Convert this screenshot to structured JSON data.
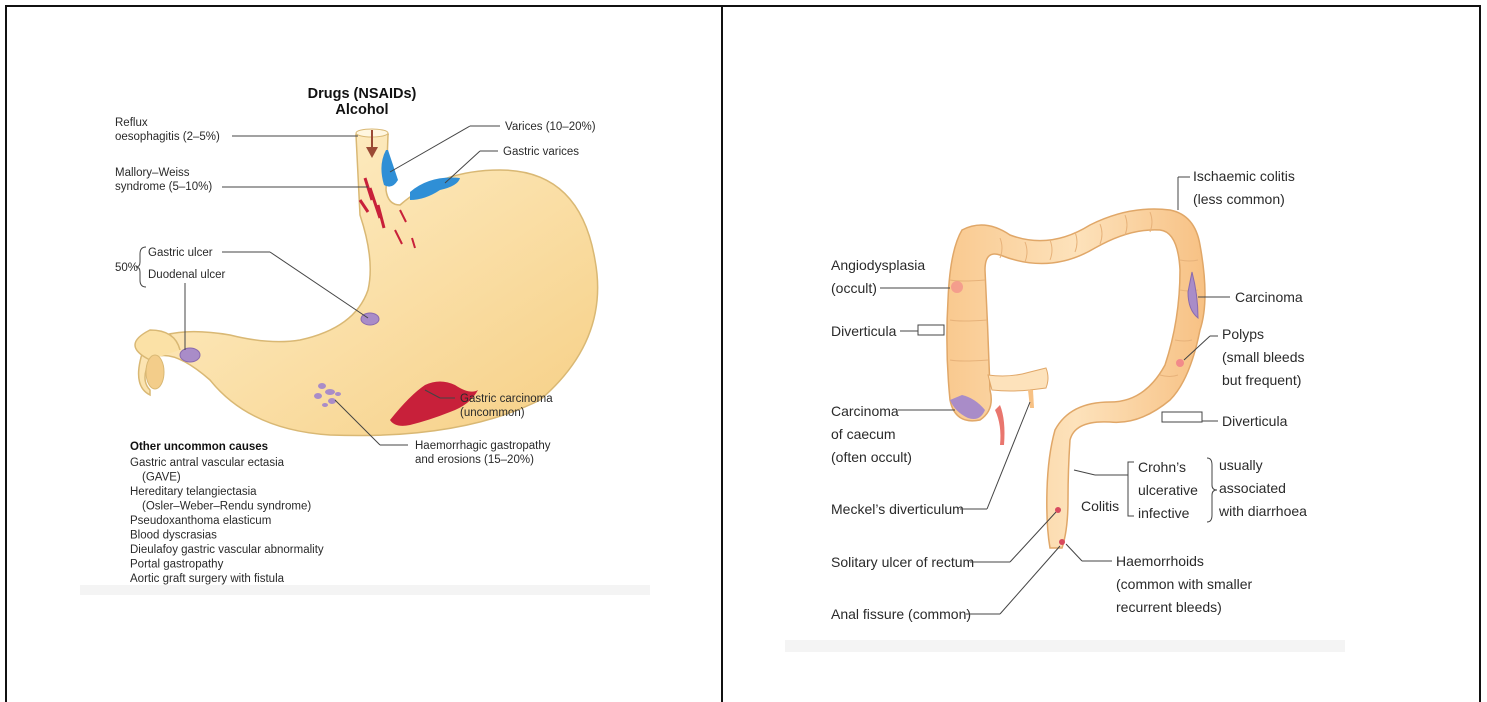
{
  "stomach": {
    "header": [
      "Drugs (NSAIDs)",
      "Alcohol"
    ],
    "reflux": [
      "Reflux",
      "oesophagitis (2–5%)"
    ],
    "mallory": [
      "Mallory–Weiss",
      "syndrome (5–10%)"
    ],
    "varices": "Varices (10–20%)",
    "gastric_varices": "Gastric varices",
    "ulcer_pct": "50%",
    "gastric_ulcer": "Gastric ulcer",
    "duodenal_ulcer": "Duodenal ulcer",
    "carcinoma": [
      "Gastric carcinoma",
      "(uncommon)"
    ],
    "haemorrhagic": [
      "Haemorrhagic gastropathy",
      "and erosions (15–20%)"
    ],
    "other_title": "Other uncommon causes",
    "other_items": [
      "Gastric antral vascular ectasia",
      "   (GAVE)",
      "Hereditary telangiectasia",
      "   (Osler–Weber–Rendu syndrome)",
      "Pseudoxanthoma elasticum",
      "Blood dyscrasias",
      "Dieulafoy gastric vascular abnormality",
      "Portal gastropathy",
      "Aortic graft surgery with fistula"
    ]
  },
  "colon": {
    "ischaemic": [
      "Ischaemic colitis",
      "(less common)"
    ],
    "angiodysplasia": [
      "Angiodysplasia",
      "(occult)"
    ],
    "carcinoma": "Carcinoma",
    "polyps": [
      "Polyps",
      "(small bleeds",
      "but frequent)"
    ],
    "diverticula_left": "Diverticula",
    "diverticula_right": "Diverticula",
    "caecum": [
      "Carcinoma",
      "of caecum",
      "(often occult)"
    ],
    "colitis_types": [
      "Crohn’s",
      "ulcerative",
      "infective"
    ],
    "colitis": "Colitis",
    "associated": [
      "usually",
      "associated",
      "with diarrhoea"
    ],
    "meckel": "Meckel’s diverticulum",
    "solitary": "Solitary ulcer of rectum",
    "haemorrhoids": [
      "Haemorrhoids",
      "(common with smaller",
      "recurrent bleeds)"
    ],
    "anal_fissure": "Anal fissure (common)"
  },
  "colors": {
    "organ_fill": "#fbe1a6",
    "organ_stroke": "#d9b874",
    "varix_blue": "#2f8fd6",
    "lesion_purple": "#a98cc8",
    "blood_red": "#c8203a"
  }
}
